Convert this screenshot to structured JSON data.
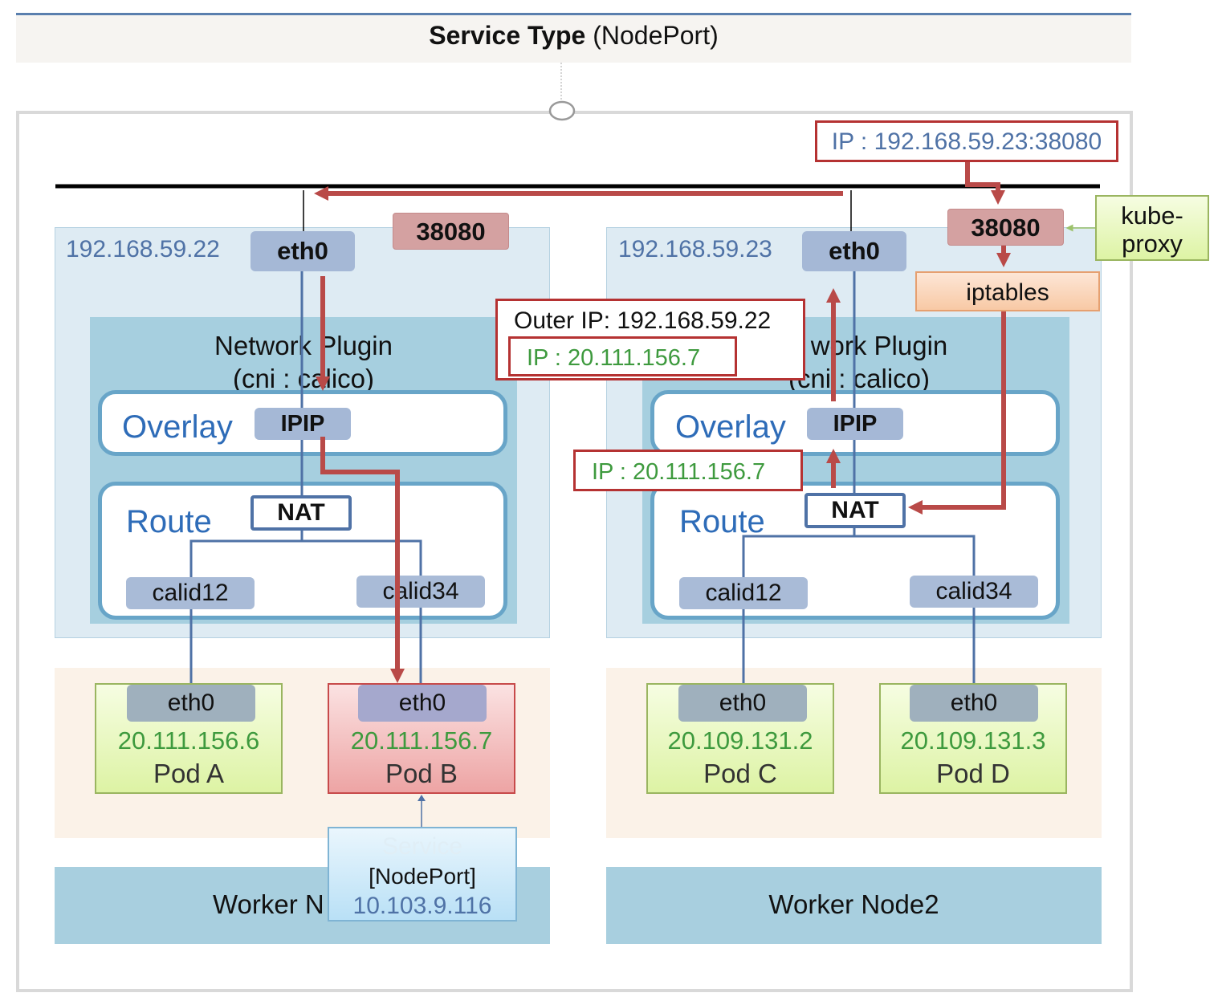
{
  "title": {
    "bold": "Service Type",
    "rest": "(NodePort)"
  },
  "external_ip": "IP : 192.168.59.23:38080",
  "kube_proxy": "kube-\nproxy",
  "iptables": "iptables",
  "outer_ip_box": {
    "line1": "Outer IP: 192.168.59.22",
    "line2": "IP : 20.111.156.7"
  },
  "node2_inner_ip": "IP : 20.111.156.7",
  "node1": {
    "ip": "192.168.59.22",
    "eth": "eth0",
    "port": "38080",
    "plugin_line1": "Network Plugin",
    "plugin_line2": "(cni : calico)",
    "overlay": "Overlay",
    "ipip": "IPIP",
    "route": "Route",
    "nat": "NAT",
    "calid_a": "calid12",
    "calid_b": "calid34",
    "footer": "Worker N",
    "pods": [
      {
        "eth": "eth0",
        "ip": "20.111.156.6",
        "name": "Pod A"
      },
      {
        "eth": "eth0",
        "ip": "20.111.156.7",
        "name": "Pod B"
      }
    ]
  },
  "node2": {
    "ip": "192.168.59.23",
    "eth": "eth0",
    "port": "38080",
    "plugin_line1": "work Plugin",
    "plugin_line2": "(cni : calico)",
    "overlay": "Overlay",
    "ipip": "IPIP",
    "route": "Route",
    "nat": "NAT",
    "calid_a": "calid12",
    "calid_b": "calid34",
    "footer": "Worker Node2",
    "pods": [
      {
        "eth": "eth0",
        "ip": "20.109.131.2",
        "name": "Pod C"
      },
      {
        "eth": "eth0",
        "ip": "20.109.131.3",
        "name": "Pod D"
      }
    ]
  },
  "service": {
    "title": "Service",
    "type": "[NodePort]",
    "ip": "10.103.9.116"
  },
  "colors": {
    "arrow": "#b94a48",
    "node_bg": "#deebf3",
    "plugin_bg": "#a6cfdf",
    "accent_blue": "#2e6cb8",
    "pod_ip_green": "#3e9a3e"
  }
}
